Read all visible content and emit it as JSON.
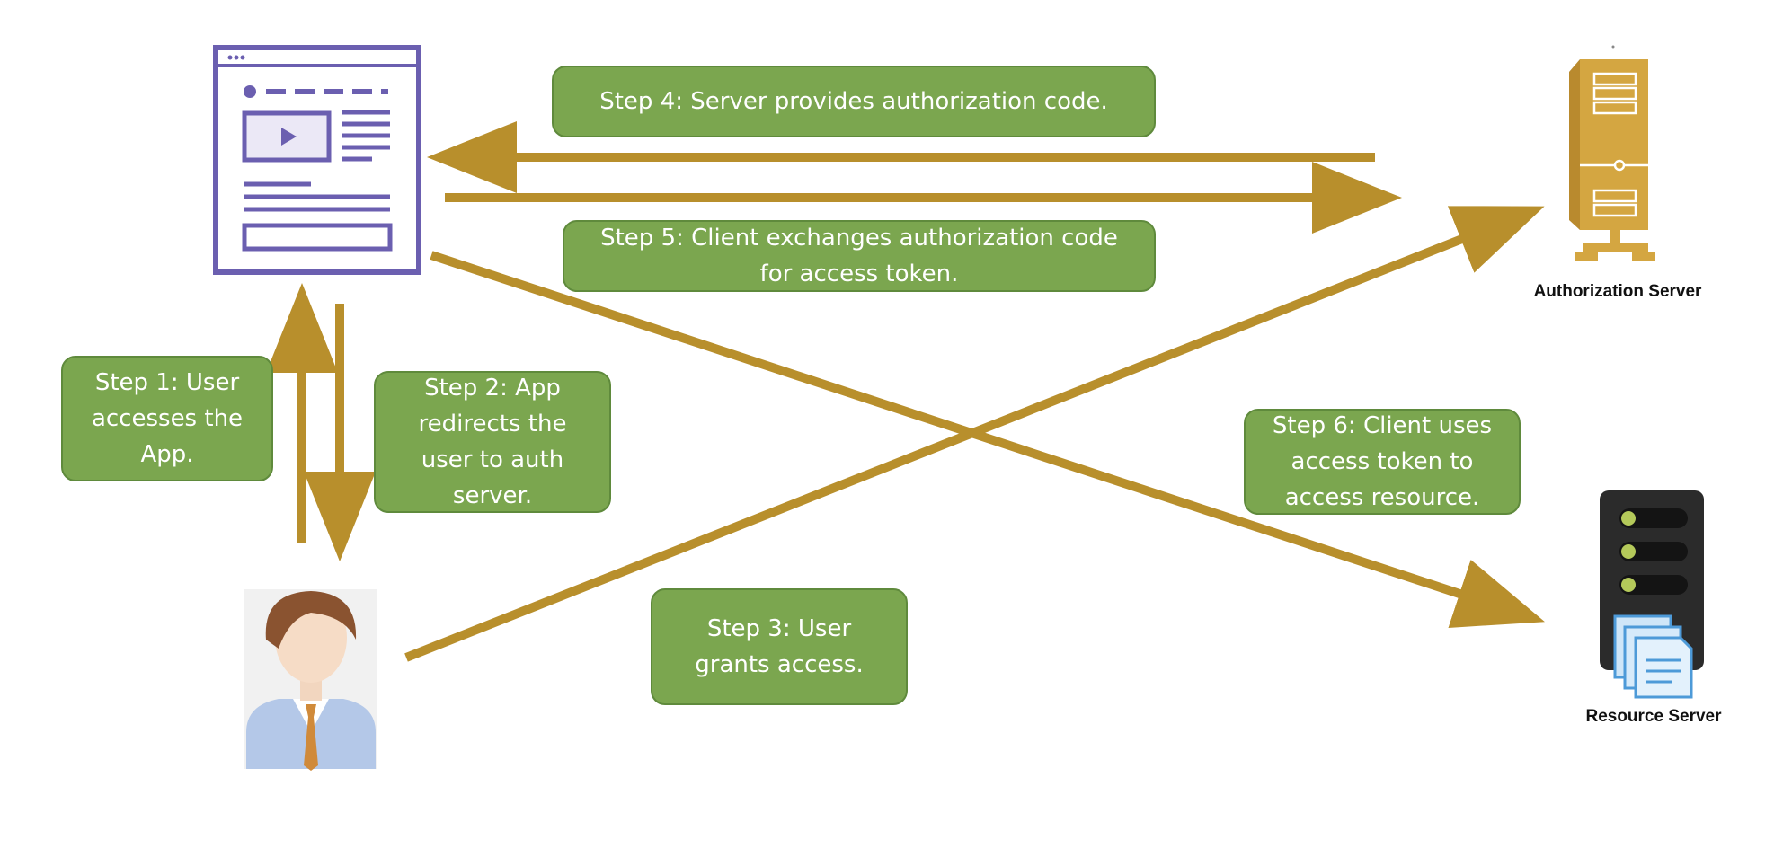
{
  "steps": {
    "step1": "Step 1: User\naccesses the\nApp.",
    "step2": "Step 2: App\nredirects the\nuser to auth\nserver.",
    "step3": "Step 3: User\ngrants access.",
    "step4": "Step 4: Server provides authorization code.",
    "step5": "Step 5: Client exchanges authorization code\nfor access token.",
    "step6": "Step 6: Client uses\naccess token to\naccess resource."
  },
  "nodes": {
    "client_app": "client-app-window-icon",
    "user": "user-avatar-icon",
    "authorization_server": "Authorization Server",
    "resource_server": "Resource Server"
  },
  "colors": {
    "arrow": "#b88f2c",
    "step_box": "#7ba64f",
    "step_border": "#5f8a3c",
    "app_icon": "#6b5fb0",
    "auth_server": "#d4a641",
    "resource_server": "#2b2b2b"
  }
}
